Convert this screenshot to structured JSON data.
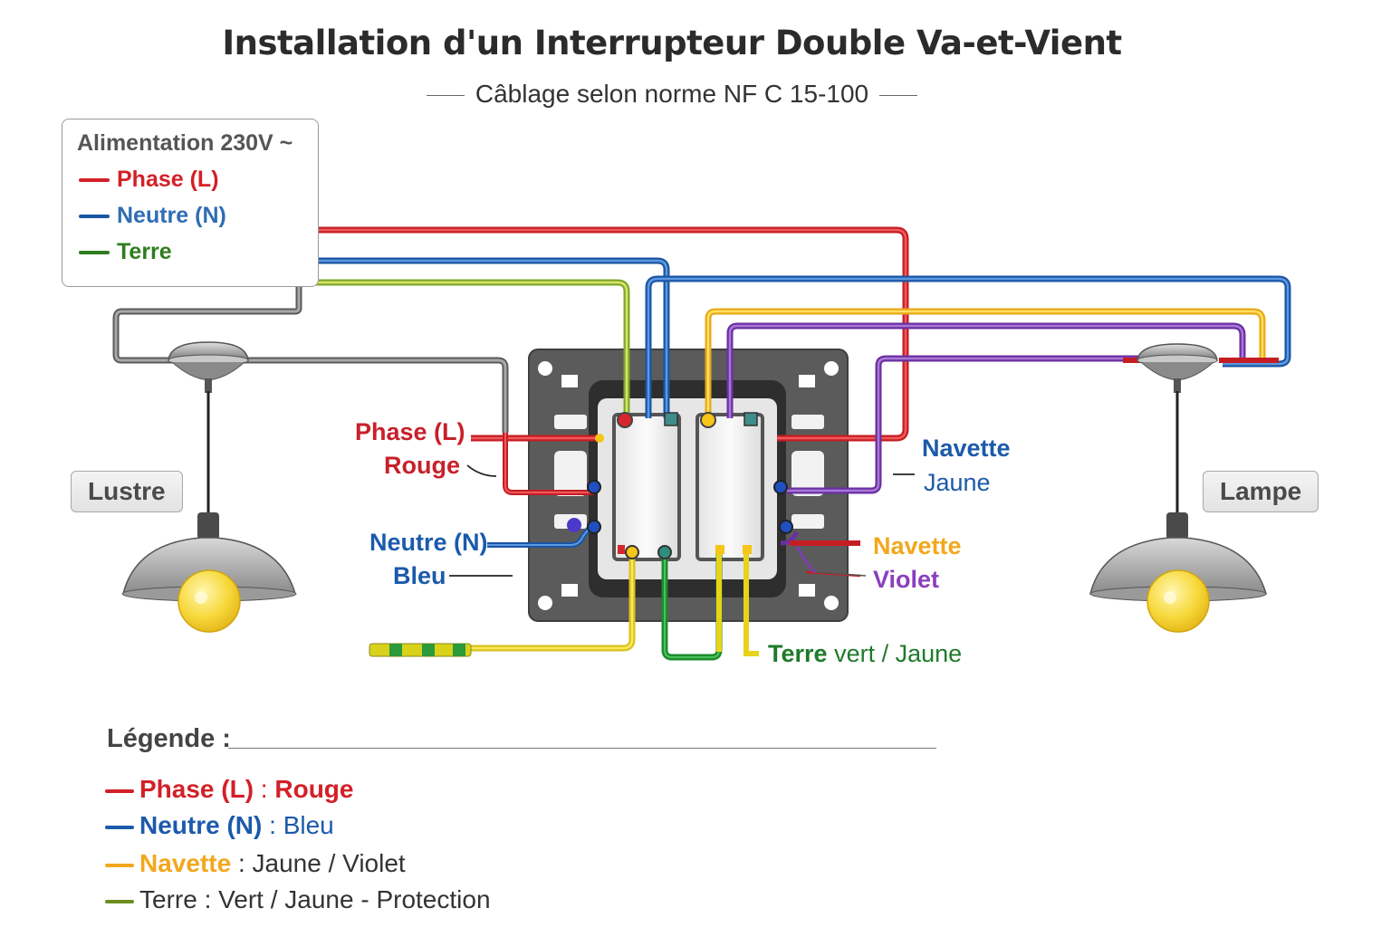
{
  "header": {
    "title": "Installation d'un Interrupteur Double Va-et-Vient",
    "subtitle": "Câblage selon norme NF C 15-100"
  },
  "power_box": {
    "title": "Alimentation  230V ~",
    "items": [
      {
        "label": "Phase (L)",
        "color": "#d32027"
      },
      {
        "label": "Neutre (N)",
        "color": "#2f6db5"
      },
      {
        "label": "Terre",
        "color": "#2e7d1e"
      }
    ]
  },
  "lamps": {
    "left": "Lustre",
    "right": "Lampe"
  },
  "callouts": {
    "phase_name": "Phase (L)",
    "phase_color": "Rouge",
    "neutre_name": "Neutre (N)",
    "neutre_color": "Bleu",
    "navette_jaune_name": "Navette",
    "navette_jaune_color": "Jaune",
    "navette_violet_name": "Navette",
    "navette_violet_color": "Violet",
    "terre_name": "Terre",
    "terre_color": "vert / Jaune"
  },
  "legend": {
    "title": "Légende :",
    "items": [
      {
        "name": "Phase (L)",
        "sep": " : ",
        "desc": "Rouge",
        "color": "#d32027",
        "desc_color": "#d32027"
      },
      {
        "name": "Neutre (N)",
        "sep": " : ",
        "desc": "Bleu",
        "color": "#1c5aab",
        "desc_color": "#1c5aab"
      },
      {
        "name": "Navette",
        "sep": " : ",
        "desc": "Jaune / Violet",
        "color": "#f2a81d",
        "desc_color": "#333333"
      },
      {
        "name": "Terre",
        "sep": " : ",
        "desc": "Vert / Jaune - Protection",
        "color": "#6b8e23",
        "desc_color": "#333333"
      }
    ]
  },
  "colors": {
    "phase": "#d7262d",
    "neutre": "#1f63b6",
    "terre": "#9bb82f",
    "navette_jaune": "#f5c518",
    "navette_violet": "#7b3fb0",
    "ground_green": "#1e8c2d",
    "grey_wire": "#6e6e6e"
  }
}
